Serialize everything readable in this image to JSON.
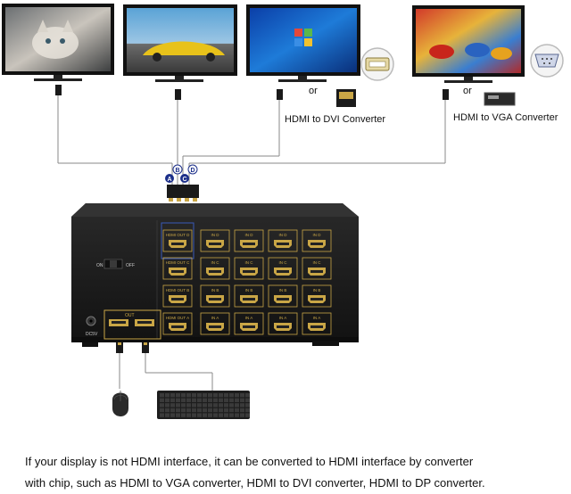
{
  "converters": {
    "dvi_label": "HDMI to DVI Converter",
    "vga_label": "HDMI to VGA Converter",
    "or_text": "or"
  },
  "cable_markers": [
    "A",
    "B",
    "C",
    "D"
  ],
  "kvm": {
    "hdmi_out_label": "HDMI OUT",
    "inputs": [
      {
        "label": "IN",
        "channel": "D"
      },
      {
        "label": "IN",
        "channel": "C"
      },
      {
        "label": "IN",
        "channel": "B"
      },
      {
        "label": "IN",
        "channel": "A"
      }
    ],
    "switch_on": "ON",
    "switch_off": "OFF",
    "power_label": "DC5V",
    "usb_out_label": "OUT"
  },
  "caption": {
    "line1": "If your display is not HDMI interface, it can be converted to HDMI interface by converter",
    "line2": "with chip, such as HDMI to VGA converter, HDMI to DVI converter, HDMI to DP converter."
  },
  "colors": {
    "port_gold": "#c9a646",
    "device_black": "#1b1b1b",
    "marker_blue": "#1c2f8a",
    "cable_gray": "#8a8a8a"
  }
}
